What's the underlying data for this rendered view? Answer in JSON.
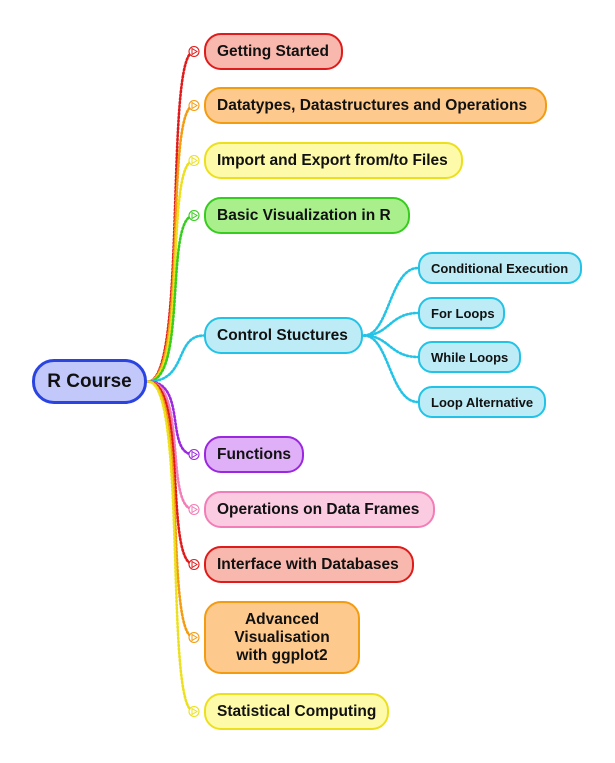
{
  "root": {
    "label": "R Course"
  },
  "topics": [
    {
      "label": "Getting Started",
      "fill": "#f9b8ad",
      "border": "#e01b1b"
    },
    {
      "label": "Datatypes, Datastructures and Operations",
      "fill": "#fdc98d",
      "border": "#f39c12"
    },
    {
      "label": "Import and Export from/to Files",
      "fill": "#fdfaaa",
      "border": "#ece01e"
    },
    {
      "label": "Basic Visualization in R",
      "fill": "#a9f08d",
      "border": "#37cc1f"
    },
    {
      "label": "Control Stuctures",
      "fill": "#bdecf7",
      "border": "#22c3e6"
    },
    {
      "label": "Functions",
      "fill": "#dfaff7",
      "border": "#9b27e0"
    },
    {
      "label": "Operations on Data Frames",
      "fill": "#fbcbe2",
      "border": "#f37db6"
    },
    {
      "label": "Interface with Databases",
      "fill": "#f9b8ad",
      "border": "#e01b1b"
    },
    {
      "label": "Advanced Visualisation with ggplot2",
      "fill": "#fdc98d",
      "border": "#f39c12"
    },
    {
      "label": "Statistical Computing",
      "fill": "#fdfaaa",
      "border": "#ece01e"
    }
  ],
  "control_subtopics": [
    {
      "label": "Conditional Execution"
    },
    {
      "label": "For Loops"
    },
    {
      "label": "While Loops"
    },
    {
      "label": "Loop Alternative"
    }
  ],
  "colors": {
    "root_fill": "#c3c8fb",
    "root_border": "#2b44e0",
    "sub_fill": "#bdecf7",
    "sub_border": "#22c3e6"
  }
}
